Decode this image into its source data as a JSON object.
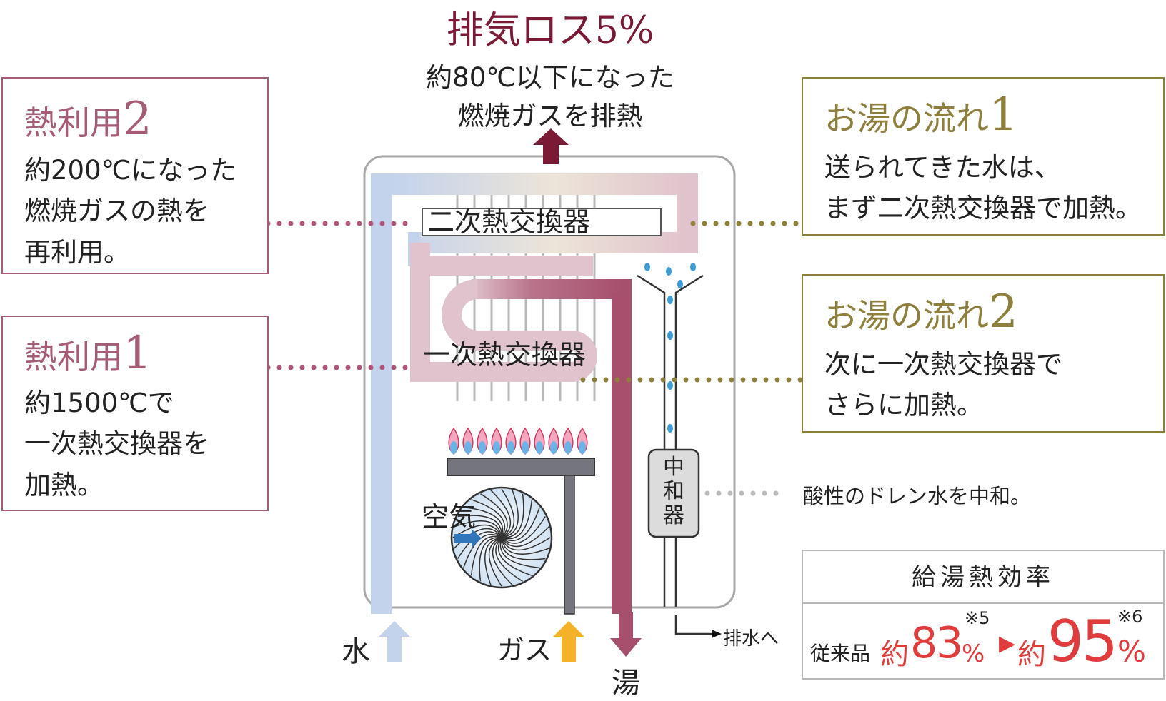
{
  "top": {
    "title": "排気ロス5%",
    "desc_line1": "約80℃以下になった",
    "desc_line2": "燃焼ガスを排熱"
  },
  "left_boxes": [
    {
      "title_text": "熱利用",
      "title_num": "2",
      "body": "約200℃になった\n燃焼ガスの熱を\n再利用。"
    },
    {
      "title_text": "熱利用",
      "title_num": "1",
      "body": "約1500℃で\n一次熱交換器を\n加熱。"
    }
  ],
  "right_boxes": [
    {
      "title_text": "お湯の流れ",
      "title_num": "1",
      "body": "送られてきた水は、\nまず二次熱交換器で加熱。"
    },
    {
      "title_text": "お湯の流れ",
      "title_num": "2",
      "body": "次に一次熱交換器で\nさらに加熱。"
    }
  ],
  "labels": {
    "secondary_exchanger": "二次熱交換器",
    "primary_exchanger": "一次熱交換器",
    "air": "空気",
    "neutralizer": "中\n和\n器",
    "neutralizer_note": "酸性のドレン水を中和。",
    "water": "水",
    "gas": "ガス",
    "hot_water": "湯",
    "drain": "排水へ"
  },
  "efficiency": {
    "header": "給湯熱効率",
    "conventional_label": "従来品",
    "conventional_prefix": "約",
    "conventional_value": "83",
    "conventional_unit": "%",
    "conventional_note": "※5",
    "new_prefix": "約",
    "new_value": "95",
    "new_unit": "%",
    "new_note": "※6"
  },
  "colors": {
    "maroon": "#7a1a35",
    "left_accent": "#a65b77",
    "right_accent": "#8f7f3c",
    "water_pipe": "#c3d3ec",
    "hot_pipe": "#a6506e",
    "exchanger": "#e0c3cc",
    "gas_arrow": "#f5b127",
    "efficiency_red": "#e03c3c",
    "drain_drop": "#3d9bd6"
  }
}
